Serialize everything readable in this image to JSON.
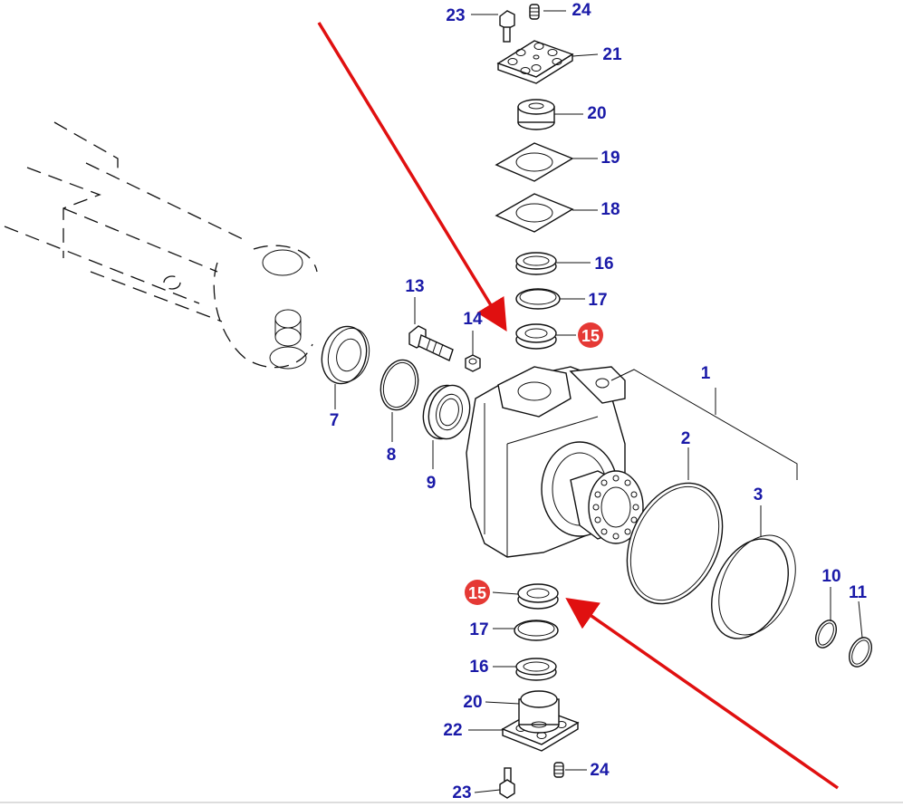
{
  "diagram": {
    "labels": {
      "l1": "1",
      "l2": "2",
      "l3": "3",
      "l7": "7",
      "l8": "8",
      "l9": "9",
      "l10": "10",
      "l11": "11",
      "l13": "13",
      "l14": "14",
      "l15a": "15",
      "l15b": "15",
      "l16a": "16",
      "l16b": "16",
      "l17a": "17",
      "l17b": "17",
      "l18": "18",
      "l19": "19",
      "l20a": "20",
      "l20b": "20",
      "l21": "21",
      "l22": "22",
      "l23a": "23",
      "l23b": "23",
      "l24a": "24",
      "l24b": "24"
    },
    "colors": {
      "label_text": "#1a1aa8",
      "highlight_badge": "#e53935",
      "pointer_arrow": "#e01010",
      "line": "#111111"
    }
  }
}
